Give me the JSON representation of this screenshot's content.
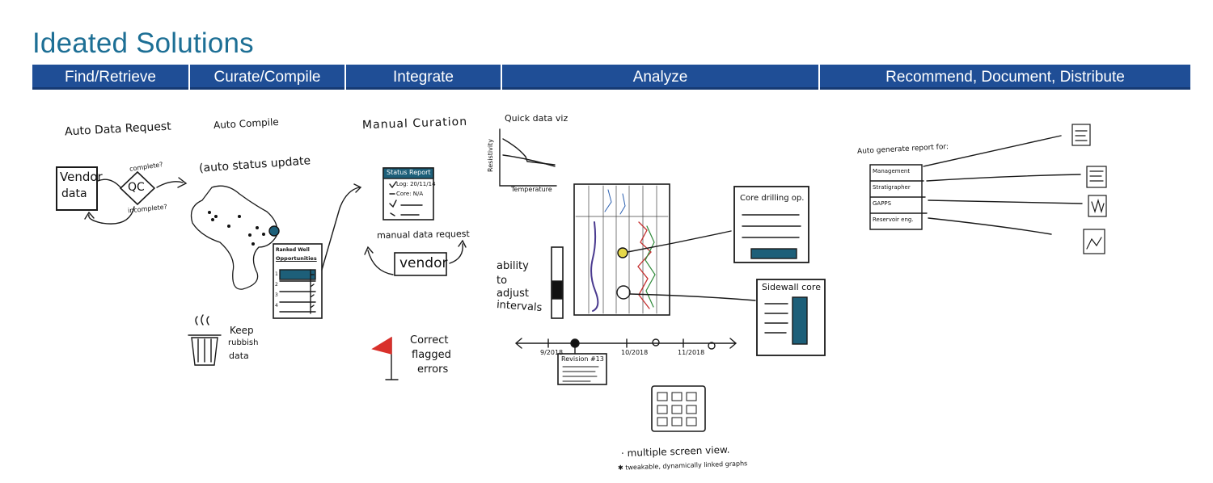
{
  "title": "Ideated Solutions",
  "phases": [
    {
      "label": "Find/Retrieve"
    },
    {
      "label": "Curate/Compile"
    },
    {
      "label": "Integrate"
    },
    {
      "label": "Analyze"
    },
    {
      "label": "Recommend, Document, Distribute"
    }
  ],
  "find": {
    "heading": "Auto Data Request",
    "vendor_box": [
      "Vendor",
      "data"
    ],
    "qc": "QC",
    "complete": "complete?",
    "incomplete": "incomplete?"
  },
  "curate": {
    "heading": "Auto Compile",
    "status": "(auto status update",
    "ranked_title": [
      "Ranked Well",
      "Opportunities"
    ],
    "rank_numbers": [
      "1",
      "2",
      "3",
      "4"
    ],
    "keep": [
      "Keep",
      "rubbish",
      "data"
    ]
  },
  "integrate": {
    "heading": "Manual Curation",
    "status_report": "Status Report",
    "status_lines": [
      "Log: 20/11/14",
      "Core: N/A"
    ],
    "manual_request": "manual data request",
    "vendor": "vendor",
    "flag_text": [
      "Correct",
      "flagged",
      "errors"
    ]
  },
  "analyze": {
    "quick_viz": "Quick data viz",
    "resistivity": "Resistivity",
    "temperature": "Temperature",
    "ability": [
      "ability",
      "to",
      "adjust",
      "intervals"
    ],
    "core_drilling": "Core drilling op.",
    "sidewall": "Sidewall core",
    "timeline_labels": [
      "9/2018",
      "10/2018",
      "11/2018"
    ],
    "revision": "Revision #13",
    "multi_view": "· multiple screen view.",
    "tweakable": "✱ tweakable, dynamically linked graphs"
  },
  "recommend": {
    "heading": "Auto generate report for:",
    "audiences": [
      "Management",
      "Stratigrapher",
      "GAPPS",
      "Reservoir eng."
    ]
  }
}
